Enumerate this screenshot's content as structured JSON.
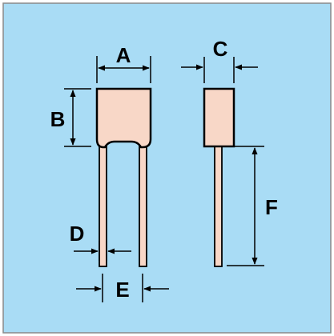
{
  "colors": {
    "panel_fill": "#a9dcf5",
    "panel_border": "#8a8a8a",
    "body_fill": "#f8d7c7",
    "line": "#000000"
  },
  "labels": {
    "a": "A",
    "b": "B",
    "c": "C",
    "d": "D",
    "e": "E",
    "f": "F"
  }
}
